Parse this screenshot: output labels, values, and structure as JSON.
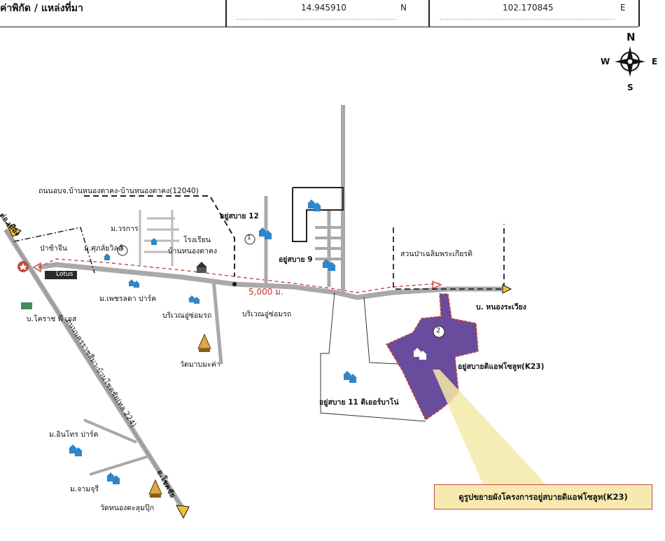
{
  "header": {
    "label": "ค่าพิกัด / แหล่งที่มา",
    "latitude": "14.945910",
    "lat_dir": "N",
    "longitude": "102.170845",
    "lon_dir": "E"
  },
  "compass": {
    "n": "N",
    "s": "S",
    "e": "E",
    "w": "W"
  },
  "labels": {
    "road_top": "ถนนอบจ.บ้านหนองตาคง-บ้านหนองตาคง(12040)",
    "to_muang": "ต่อ.เมือง",
    "pa_cha_jin": "ป่าช้าจีน",
    "lotus": "Lotus",
    "m_wararak": "ม.วรการ",
    "m_kunlachart": "ม.ศุภลัยวิลล์",
    "school": "โรงเรียน",
    "school2": "บ้านหนองตาคง",
    "ayu12": "อยู่สบาย 12",
    "ayu9": "อยู่สบาย 9",
    "m_petch": "ม.เพชรลดา ปาร์ค",
    "rest1": "บริเวณอู่ซ่อมรถ",
    "rest2": "บริเวณอู่ซ่อมรถ",
    "distance": "5,000 ม.",
    "suan_pa": "สวนป่าเฉลิมพระเกียรติ",
    "ban_nong": "บ. หนองระเวียง",
    "korat_pes": "บ.โคราช พี เอส",
    "road_main": "ถนนนครราชสีมา-บ้านโชคชัย(ทล 224)",
    "wat_mab": "วัดมาบมะค่า",
    "ayu_difh": "อยู่สบายดิแอฟโซลูท(K23)",
    "ayu11": "อยู่สบาย 11 ดิเออร์บาโน่",
    "m_inthon": "ม.อินโทร ปาร์ค",
    "m_jamjuri": "ม.จามจุรี",
    "wat_nong": "วัดหนองตะลุมปุ๊ก",
    "to_chokchai": "อ.โชคชัย",
    "marker1": "1",
    "marker2": "2",
    "marker3": "3",
    "callout": "ดูรูปขยายผังโครงการอยู่สบายดิแอฟโซลูท(K23)"
  },
  "colors": {
    "road": "#a9a9a9",
    "route": "#c9473d",
    "k23_fill": "#6a4c9c",
    "house": "#2f86c8",
    "arrow": "#f1c232",
    "callout_bg": "#f7eab0"
  }
}
